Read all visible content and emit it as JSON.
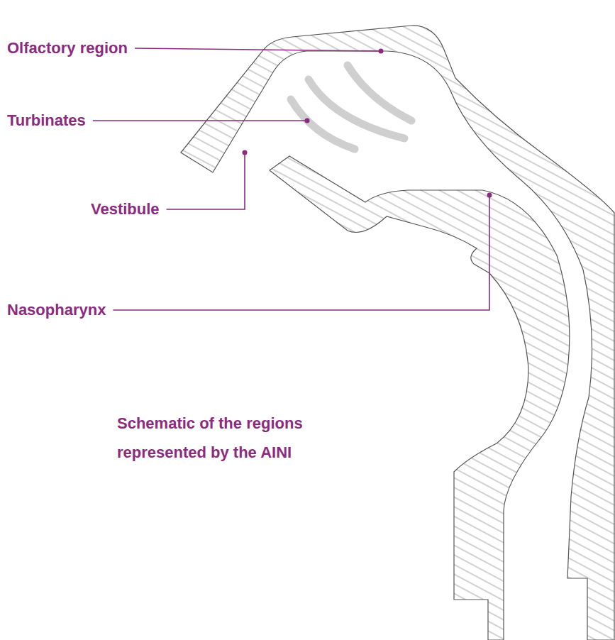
{
  "diagram": {
    "caption": "Schematic of the regions represented by the AINI",
    "labels": [
      "Olfactory region",
      "Turbinates",
      "Vestibule",
      "Nasopharynx"
    ]
  }
}
